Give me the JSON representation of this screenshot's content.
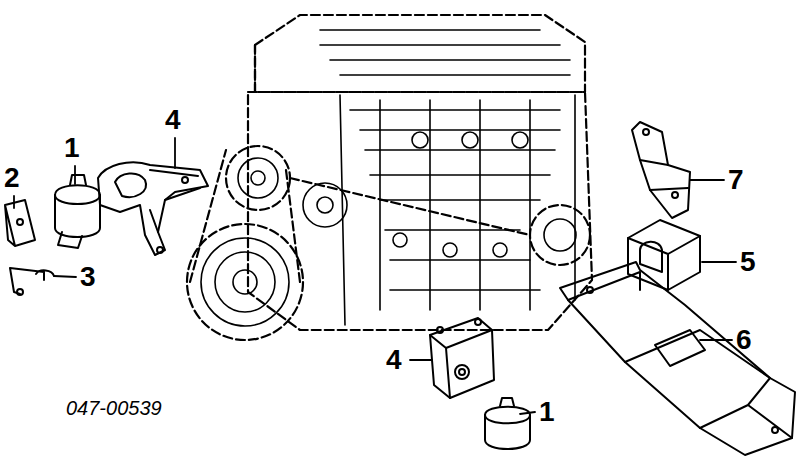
{
  "diagram": {
    "labels": [
      "4",
      "1",
      "2",
      "7",
      "5",
      "3",
      "6",
      "4",
      "047-00539",
      "1"
    ]
  }
}
